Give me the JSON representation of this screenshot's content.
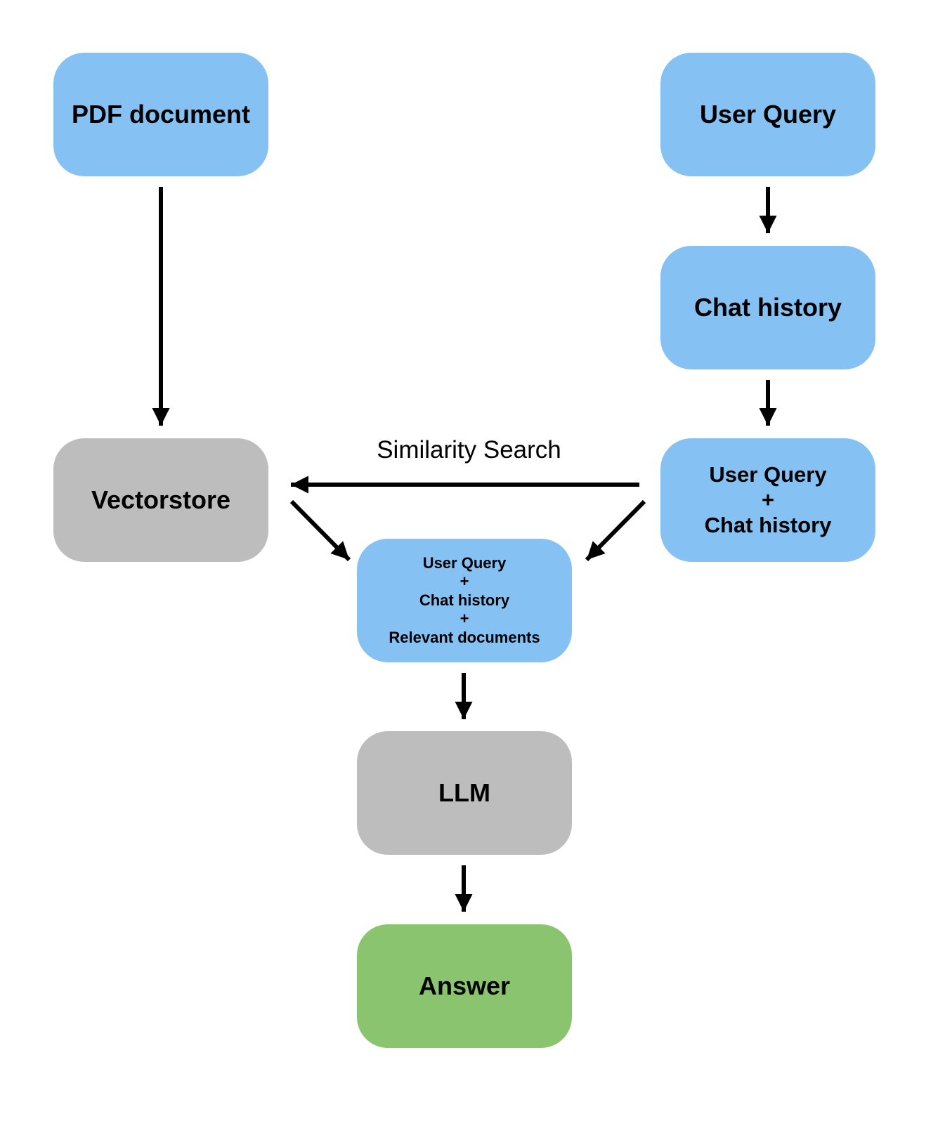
{
  "colors": {
    "input_node": "#85c1f3",
    "process_node": "#bdbdbd",
    "output_node": "#8ac46e",
    "arrow": "#000000"
  },
  "nodes": {
    "pdf_document": {
      "label": "PDF document"
    },
    "user_query": {
      "label": "User Query"
    },
    "chat_history": {
      "label": "Chat history"
    },
    "vectorstore": {
      "label": "Vectorstore"
    },
    "query_plus_history": {
      "line1": "User Query",
      "plus1": "+",
      "line2": "Chat history"
    },
    "context": {
      "line1": "User Query",
      "plus1": "+",
      "line2": "Chat history",
      "plus2": "+",
      "line3": "Relevant documents"
    },
    "llm": {
      "label": "LLM"
    },
    "answer": {
      "label": "Answer"
    }
  },
  "edges": {
    "similarity_label": "Similarity Search"
  }
}
